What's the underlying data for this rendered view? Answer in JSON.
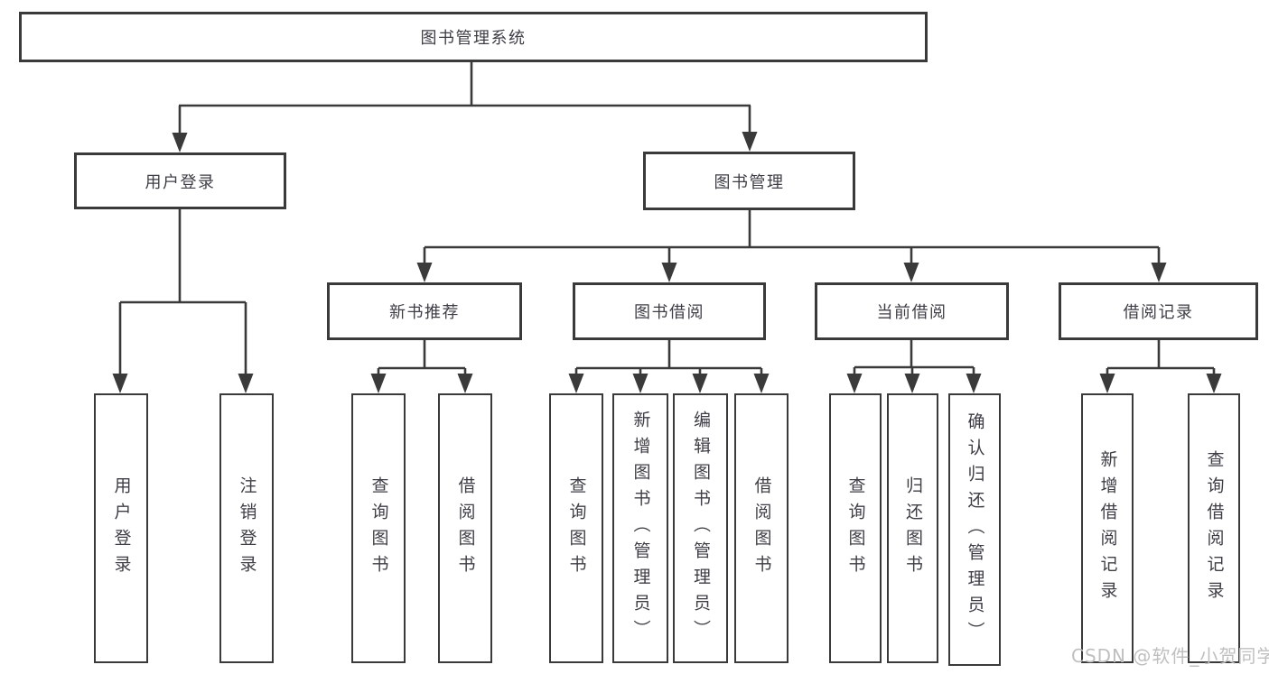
{
  "tree": {
    "label": "图书管理系统",
    "children": [
      {
        "label": "用户登录",
        "children": [
          {
            "label": "用户登录"
          },
          {
            "label": "注销登录"
          }
        ]
      },
      {
        "label": "图书管理",
        "children": [
          {
            "label": "新书推荐",
            "children": [
              {
                "label": "查询图书"
              },
              {
                "label": "借阅图书"
              }
            ]
          },
          {
            "label": "图书借阅",
            "children": [
              {
                "label": "查询图书"
              },
              {
                "label": "新增图书（管理员）"
              },
              {
                "label": "编辑图书（管理员）"
              },
              {
                "label": "借阅图书"
              }
            ]
          },
          {
            "label": "当前借阅",
            "children": [
              {
                "label": "查询图书"
              },
              {
                "label": "归还图书"
              },
              {
                "label": "确认归还（管理员）"
              }
            ]
          },
          {
            "label": "借阅记录",
            "children": [
              {
                "label": "新增借阅记录"
              },
              {
                "label": "查询借阅记录"
              }
            ]
          }
        ]
      }
    ]
  },
  "watermark": {
    "text": "CSDN @软件_小贺同学"
  },
  "colors": {
    "line": "#3a3a3a",
    "text": "#3e3e46",
    "background": "#ffffff",
    "watermark": "#bfbfbf"
  }
}
